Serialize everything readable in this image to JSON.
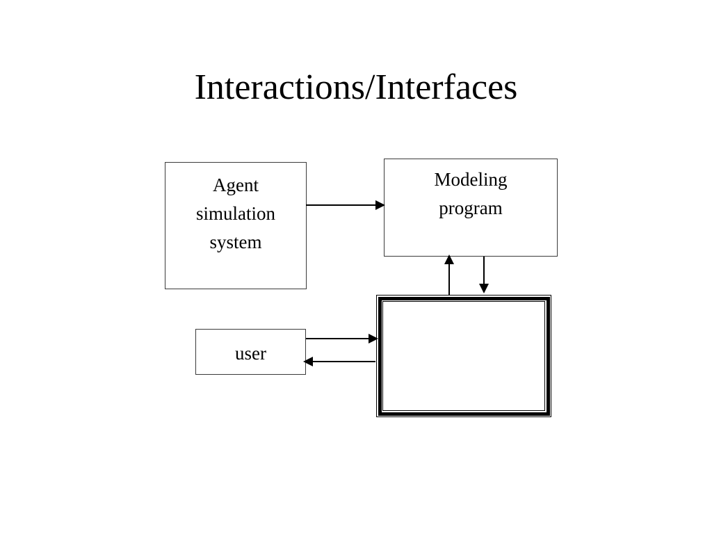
{
  "slide": {
    "title": "Interactions/Interfaces",
    "background_color": "#ffffff",
    "text_color": "#000000"
  },
  "diagram": {
    "nodes": [
      {
        "id": "agent-simulation-system",
        "lines": [
          "Agent",
          "simulation",
          "system"
        ],
        "line1": "Agent",
        "line2": "simulation",
        "line3": "system",
        "border_color": "#3a3a3a",
        "fill_color": "#ffffff"
      },
      {
        "id": "modeling-program",
        "lines": [
          "Modeling",
          "program"
        ],
        "line1": "Modeling",
        "line2": "program",
        "border_color": "#3a3a3a",
        "fill_color": "#ffffff"
      },
      {
        "id": "user",
        "lines": [
          "user"
        ],
        "line1": "user",
        "border_color": "#3a3a3a",
        "fill_color": "#ffffff"
      },
      {
        "id": "interface-window",
        "lines": [],
        "label": "",
        "border_color": "#000000",
        "fill_color": "#ffffff",
        "style": "thick-double-frame"
      }
    ],
    "connectors": [
      {
        "id": "agent-to-modeling",
        "from": "agent-simulation-system",
        "to": "modeling-program",
        "direction": "right",
        "label": "",
        "color": "#000000"
      },
      {
        "id": "interface-to-modeling",
        "from": "interface-window",
        "to": "modeling-program",
        "direction": "up",
        "label": "",
        "color": "#000000"
      },
      {
        "id": "modeling-to-interface",
        "from": "modeling-program",
        "to": "interface-window",
        "direction": "down",
        "label": "",
        "color": "#000000"
      },
      {
        "id": "user-to-interface",
        "from": "user",
        "to": "interface-window",
        "direction": "right",
        "label": "",
        "color": "#000000"
      },
      {
        "id": "interface-to-user",
        "from": "interface-window",
        "to": "user",
        "direction": "left",
        "label": "",
        "color": "#000000"
      }
    ]
  }
}
